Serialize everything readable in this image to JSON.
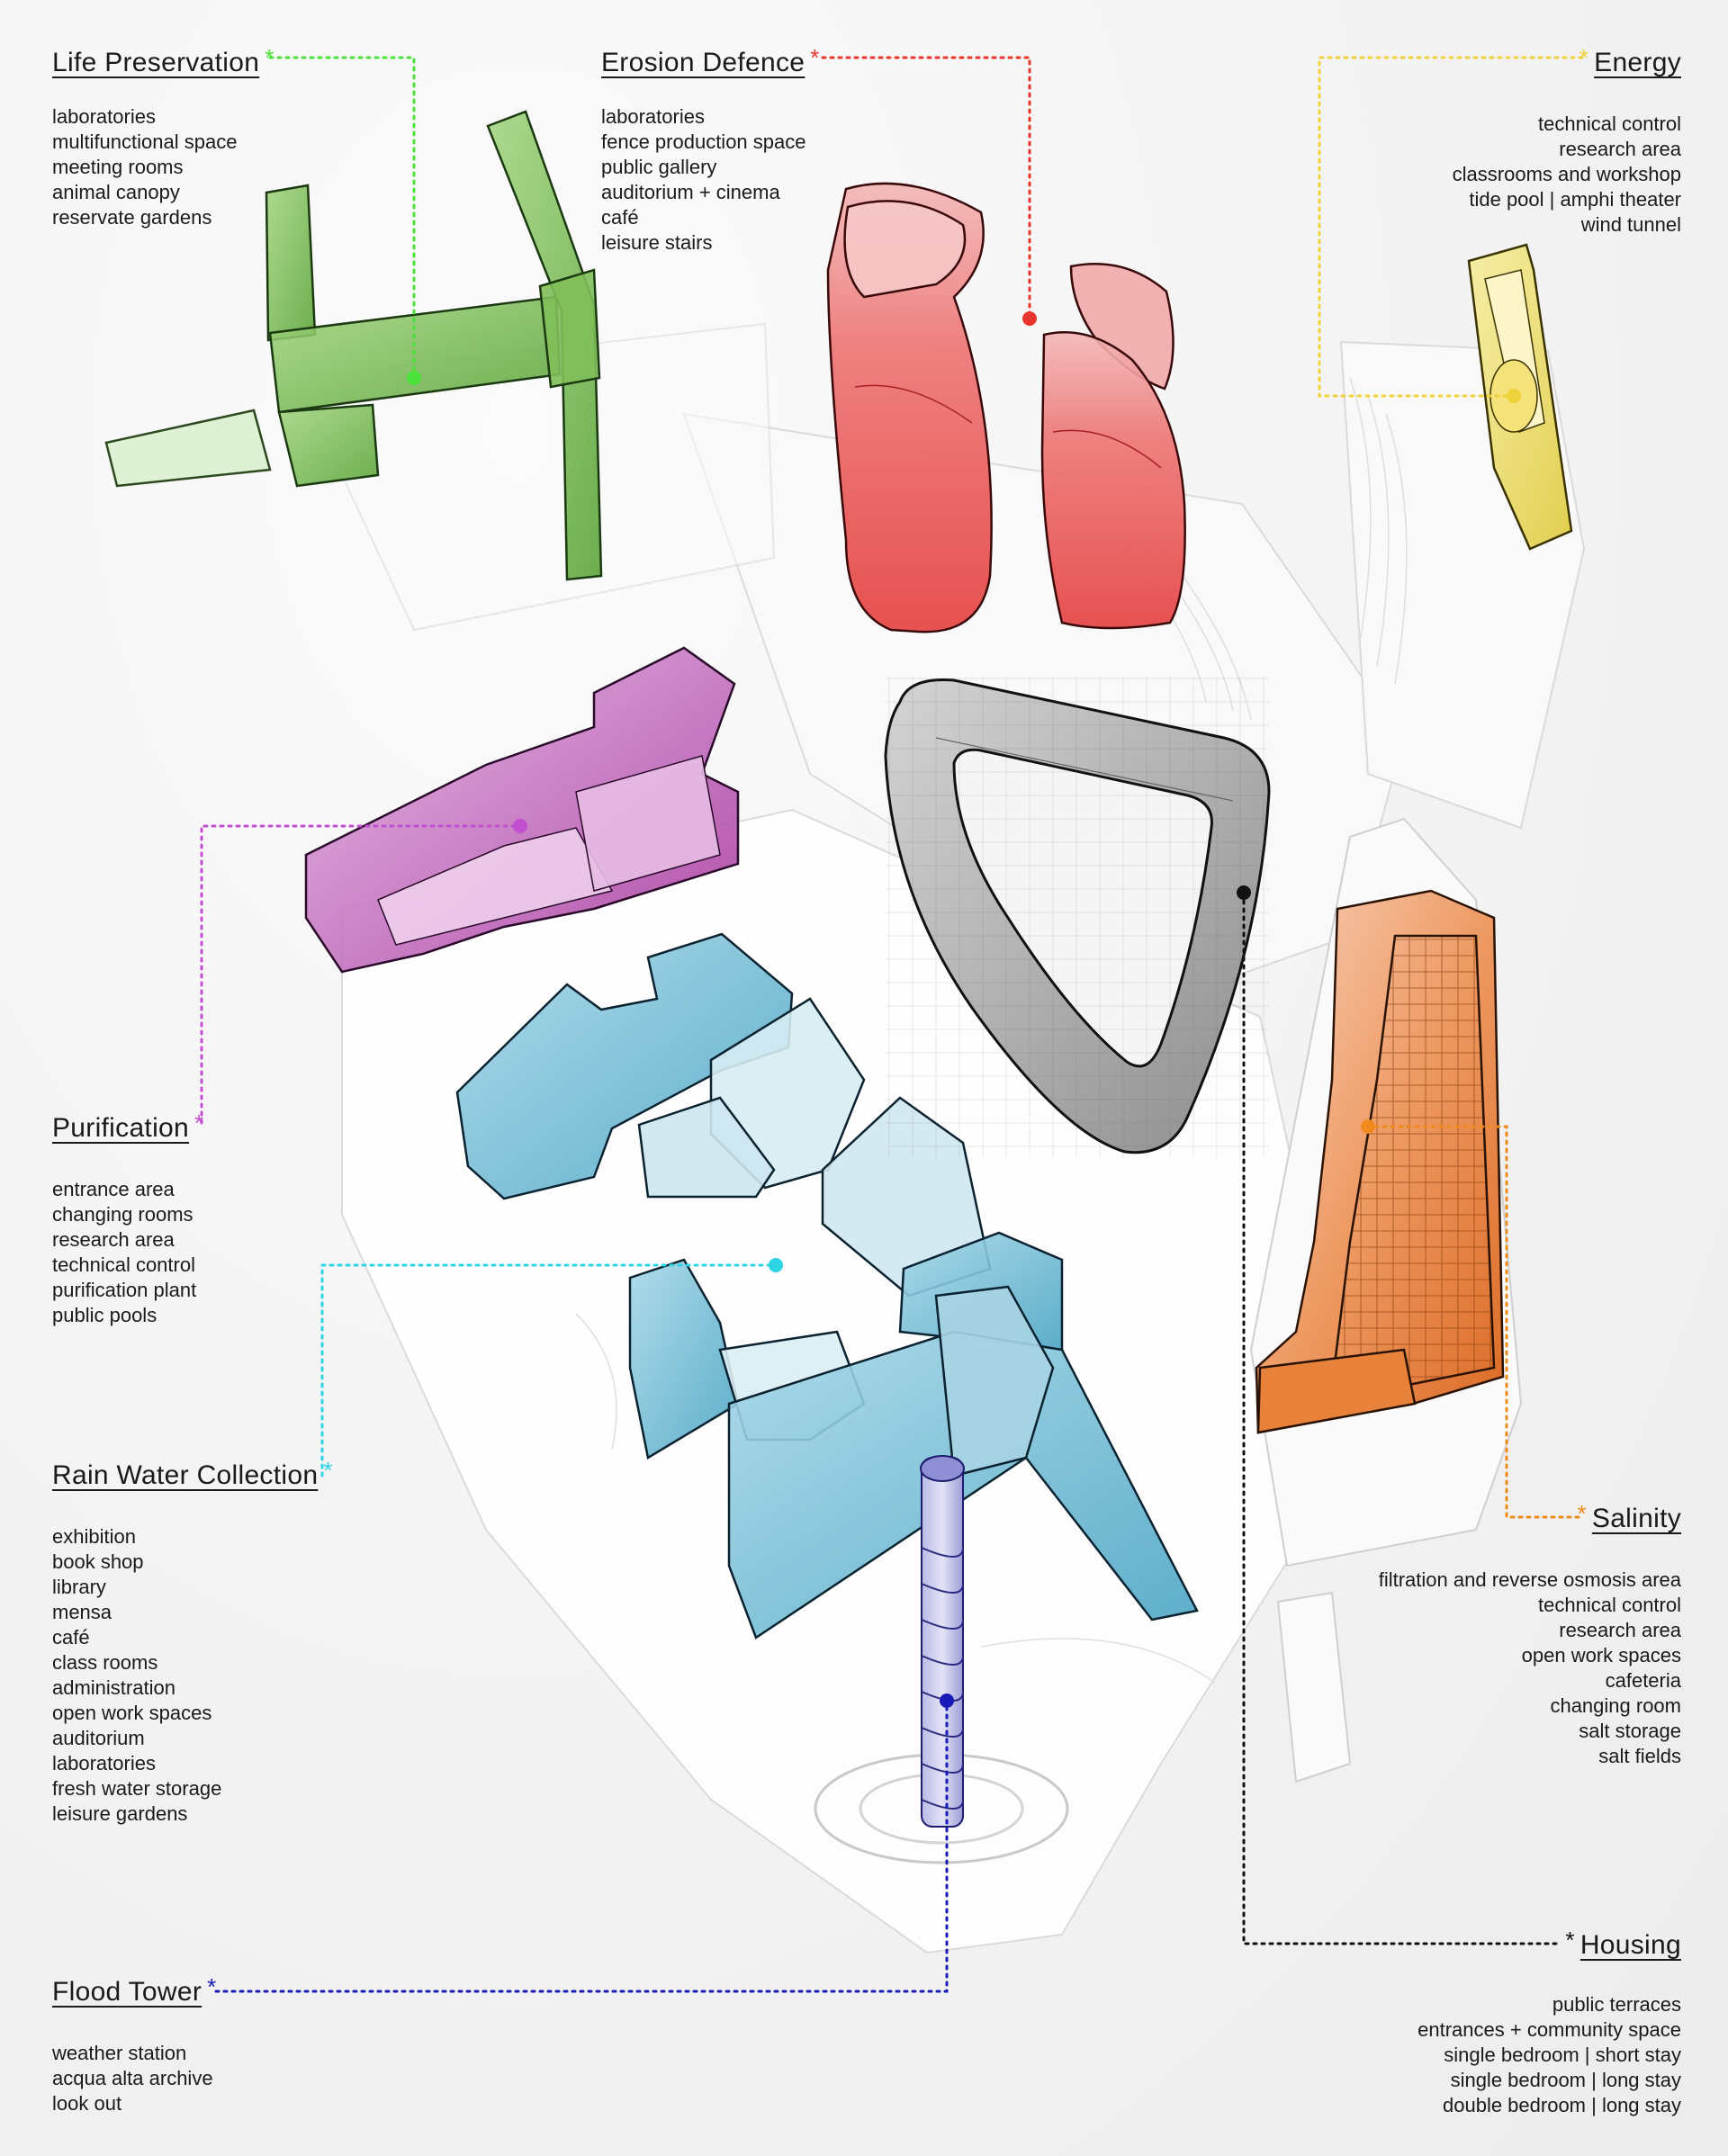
{
  "colors": {
    "life": "#4ce03a",
    "erosion": "#e8352e",
    "energy": "#f0d23a",
    "purification": "#c24fd1",
    "rain": "#2ed3e6",
    "flood": "#1a1ab8",
    "housing": "#111111",
    "salinity": "#f08a1e"
  },
  "sections": {
    "life": {
      "title": "Life Preservation",
      "star": "*",
      "items": [
        "laboratories",
        "multifunctional space",
        "meeting rooms",
        "animal canopy",
        "reservate gardens"
      ]
    },
    "erosion": {
      "title": "Erosion Defence",
      "star": "*",
      "items": [
        "laboratories",
        "fence production space",
        "public gallery",
        "auditorium + cinema",
        "café",
        "leisure stairs"
      ]
    },
    "energy": {
      "title": "Energy",
      "star": "*",
      "items": [
        "technical control",
        "research area",
        "classrooms and workshop",
        "tide pool | amphi theater",
        "wind tunnel"
      ]
    },
    "purification": {
      "title": "Purification",
      "star": "*",
      "items": [
        "entrance area",
        "changing rooms",
        "research area",
        "technical control",
        "purification plant",
        "public pools"
      ]
    },
    "rain": {
      "title": "Rain Water Collection",
      "star": "*",
      "items": [
        "exhibition",
        "book shop",
        "library",
        "mensa",
        "café",
        "class rooms",
        "administration",
        "open work spaces",
        "auditorium",
        "laboratories",
        "fresh water storage",
        "leisure gardens"
      ]
    },
    "flood": {
      "title": "Flood Tower",
      "star": "*",
      "items": [
        "weather station",
        "acqua alta archive",
        "look out"
      ]
    },
    "salinity": {
      "title": "Salinity",
      "star": "*",
      "items": [
        "filtration and reverse osmosis area",
        "technical control",
        "research area",
        "open work spaces",
        "cafeteria",
        "changing room",
        "salt storage",
        "salt fields"
      ]
    },
    "housing": {
      "title": "Housing",
      "star": "*",
      "items": [
        "public terraces",
        "entrances + community space",
        "single bedroom | short stay",
        "single bedroom | long stay",
        "double bedroom | long stay"
      ]
    }
  }
}
